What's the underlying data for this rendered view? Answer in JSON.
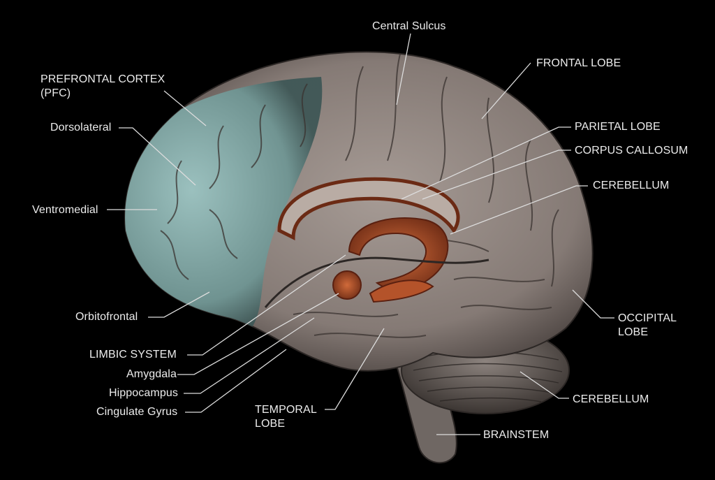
{
  "labels": {
    "central_sulcus": "Central Sulcus",
    "frontal_lobe": "FRONTAL LOBE",
    "pfc": "PREFRONTAL CORTEX\n(PFC)",
    "dorsolateral": "Dorsolateral",
    "parietal_lobe": "PARIETAL LOBE",
    "corpus_callosum": "CORPUS CALLOSUM",
    "cerebellum_upper": "CEREBELLUM",
    "ventromedial": "Ventromedial",
    "occipital_lobe": "OCCIPITAL\nLOBE",
    "orbitofrontal": "Orbitofrontal",
    "limbic_system": "LIMBIC SYSTEM",
    "amygdala": "Amygdala",
    "hippocampus": "Hippocampus",
    "cingulate_gyrus": "Cingulate Gyrus",
    "temporal_lobe": "TEMPORAL\nLOBE",
    "cerebellum_lower": "CEREBELLUM",
    "brainstem": "BRAINSTEM"
  },
  "colors": {
    "background": "#000000",
    "cortex": "#8f8580",
    "prefrontal_tint": "#7fa8a6",
    "limbic_highlight": "#b4532a",
    "label_text": "#ececec",
    "leader_line": "#dcdcdc"
  }
}
